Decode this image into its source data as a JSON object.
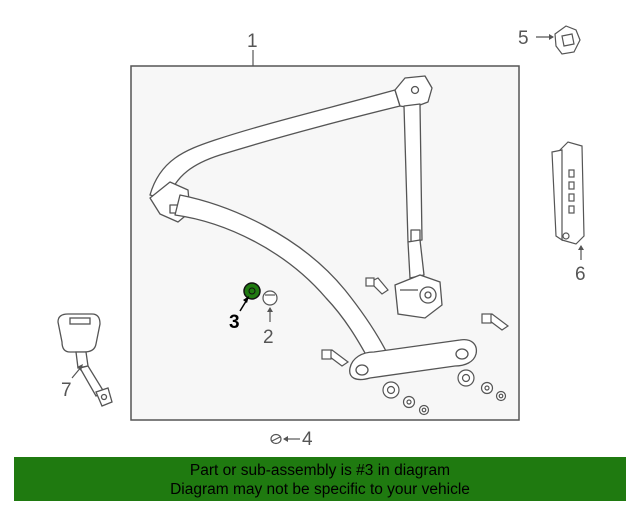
{
  "callouts": {
    "c1": "1",
    "c2": "2",
    "c3": "3",
    "c4": "4",
    "c5": "5",
    "c6": "6",
    "c7": "7"
  },
  "highlight": {
    "part": "3",
    "color": "#1f7a10"
  },
  "banner": {
    "line1": "Part or sub-assembly is #3 in diagram",
    "line2": "Diagram may not be specific to your vehicle",
    "bg_color": "#1f7a10"
  }
}
